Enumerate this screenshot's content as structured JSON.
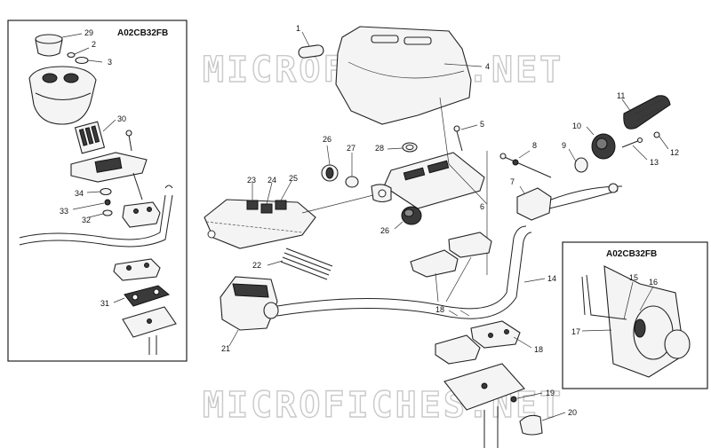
{
  "watermark": "MICROFICHES.NET",
  "inset_left": {
    "code": "A02CB32FB"
  },
  "inset_right": {
    "code": "A02CB32FB"
  },
  "callouts": {
    "c1": "1",
    "c2": "2",
    "c3": "3",
    "c4": "4",
    "c5": "5",
    "c6": "6",
    "c7": "7",
    "c8": "8",
    "c9": "9",
    "c10": "10",
    "c11": "11",
    "c12": "12",
    "c13": "13",
    "c14": "14",
    "c15": "15",
    "c16": "16",
    "c17": "17",
    "c18a": "18",
    "c18b": "18",
    "c19": "19",
    "c20": "20",
    "c21": "21",
    "c22": "22",
    "c23": "23",
    "c24": "24",
    "c25": "25",
    "c26a": "26",
    "c26b": "26",
    "c27": "27",
    "c28": "28",
    "c29": "29",
    "c30": "30",
    "c31": "31",
    "c32": "32",
    "c33": "33",
    "c34": "34"
  }
}
